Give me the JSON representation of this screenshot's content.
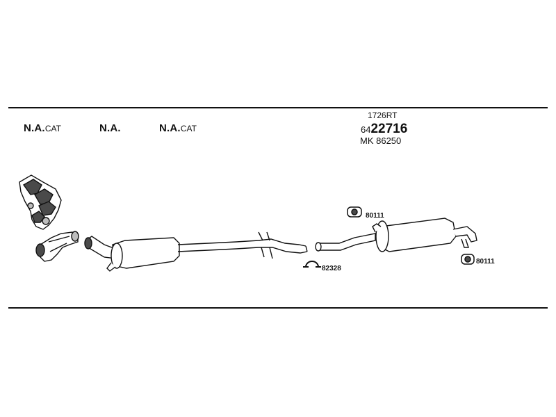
{
  "header_labels": {
    "group_1": {
      "main": "N.A.",
      "suffix": "CAT"
    },
    "group_2": {
      "main": "N.A.",
      "suffix": ""
    },
    "group_3": {
      "main": "N.A.",
      "suffix": "CAT"
    }
  },
  "main_part": {
    "reference_code": "1726RT",
    "part_number_prefix": "64",
    "part_number_main": "22716",
    "mk_number": "MK  86250"
  },
  "hardware_labels": {
    "rubber_mount_upper": "80111",
    "rubber_mount_lower": "80111",
    "clamp": "82328"
  },
  "colors": {
    "line": "#111111",
    "part_fill": "#ffffff",
    "shade": "#bdbdbd",
    "dark_shade": "#4a4a4a"
  }
}
